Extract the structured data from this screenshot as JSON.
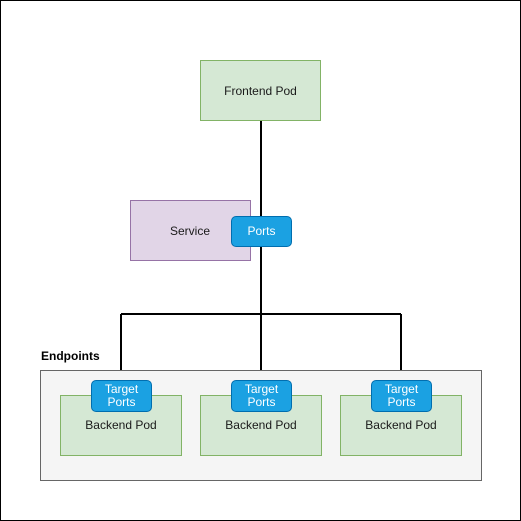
{
  "diagram": {
    "frontend": {
      "label": "Frontend Pod"
    },
    "service": {
      "label": "Service",
      "ports_label": "Ports"
    },
    "endpoints": {
      "label": "Endpoints",
      "backends": [
        {
          "label": "Backend Pod",
          "target_ports_label": "Target Ports"
        },
        {
          "label": "Backend Pod",
          "target_ports_label": "Target Ports"
        },
        {
          "label": "Backend Pod",
          "target_ports_label": "Target Ports"
        }
      ]
    }
  },
  "colors": {
    "pod_fill": "#d5e8d4",
    "pod_stroke": "#82b366",
    "service_fill": "#e1d5e7",
    "service_stroke": "#9673a6",
    "port_fill": "#1ba1e2",
    "port_stroke": "#006eaf",
    "group_fill": "#f5f5f5",
    "group_stroke": "#666666",
    "connector": "#000000"
  }
}
